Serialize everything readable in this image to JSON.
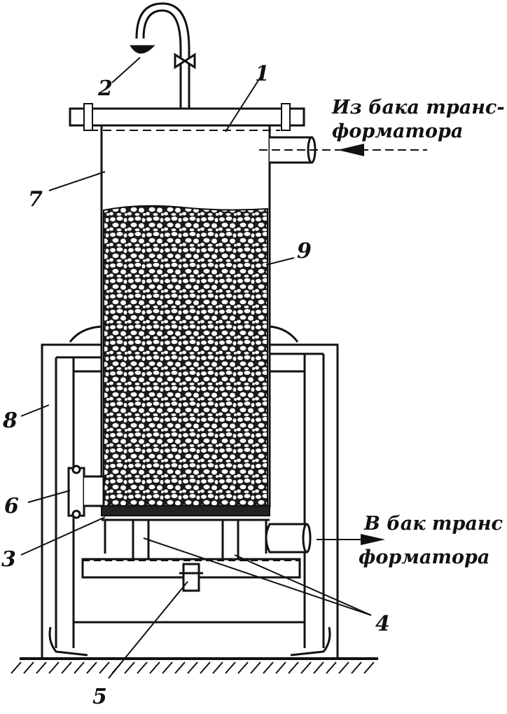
{
  "captions": {
    "inlet_line1": "Из бака транс-",
    "inlet_line2": "форматора",
    "outlet_line1": "В бак транс",
    "outlet_line2": "форматора"
  },
  "callouts": {
    "n1": "1",
    "n2": "2",
    "n3": "3",
    "n4": "4",
    "n5": "5",
    "n6": "6",
    "n7": "7",
    "n8": "8",
    "n9": "9"
  },
  "colors": {
    "ink": "#111111",
    "paper": "#ffffff"
  }
}
